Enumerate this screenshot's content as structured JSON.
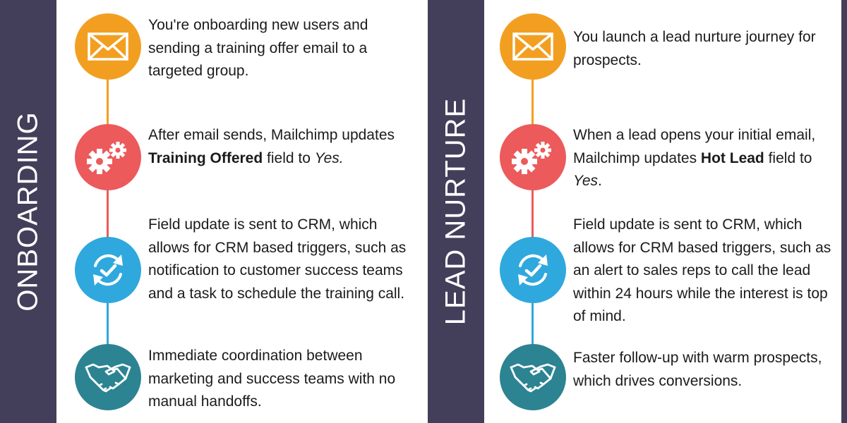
{
  "panels": [
    {
      "band_label": "ONBOARDING",
      "steps": [
        {
          "icon": "envelope-icon",
          "color": "#f29f21",
          "parts": [
            {
              "text": "You're onboarding new users and sending a training offer email to a targeted group."
            }
          ]
        },
        {
          "icon": "gears-icon",
          "color": "#ec5a5c",
          "parts": [
            {
              "text": "After email sends, Mailchimp updates "
            },
            {
              "text": "Training Offered",
              "style": "bold"
            },
            {
              "text": " field to "
            },
            {
              "text": "Yes.",
              "style": "italic"
            }
          ]
        },
        {
          "icon": "sync-check-icon",
          "color": "#2fa8de",
          "parts": [
            {
              "text": "Field update is sent to CRM, which allows for CRM based triggers, such as notification to customer success teams and a task to schedule the training call."
            }
          ]
        },
        {
          "icon": "handshake-icon",
          "color": "#2c8391",
          "parts": [
            {
              "text": "Immediate coordination between marketing and success teams with no manual handoffs."
            }
          ]
        }
      ]
    },
    {
      "band_label": "LEAD NURTURE",
      "steps": [
        {
          "icon": "envelope-icon",
          "color": "#f29f21",
          "parts": [
            {
              "text": "You launch a lead nurture journey for prospects."
            }
          ]
        },
        {
          "icon": "gears-icon",
          "color": "#ec5a5c",
          "parts": [
            {
              "text": "When a lead opens your initial email, Mailchimp updates "
            },
            {
              "text": "Hot Lead",
              "style": "bold"
            },
            {
              "text": " field to "
            },
            {
              "text": "Yes",
              "style": "italic"
            },
            {
              "text": "."
            }
          ]
        },
        {
          "icon": "sync-check-icon",
          "color": "#2fa8de",
          "parts": [
            {
              "text": "Field update is sent to CRM, which allows for CRM based triggers, such as an alert to sales reps to call the lead within 24 hours while the interest is top of mind."
            }
          ]
        },
        {
          "icon": "handshake-icon",
          "color": "#2c8391",
          "parts": [
            {
              "text": "Faster follow-up with warm prospects, which drives conversions."
            }
          ]
        }
      ]
    }
  ]
}
